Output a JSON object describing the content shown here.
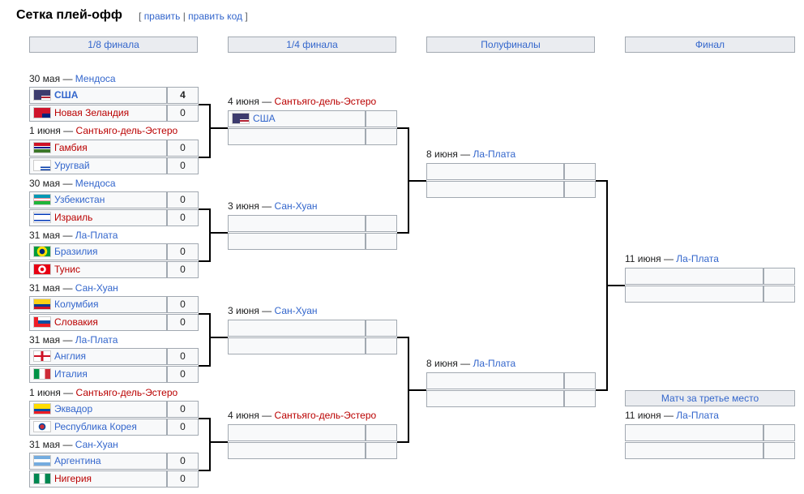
{
  "page": {
    "title": "Сетка плей-офф",
    "edit_open": "[",
    "edit": "править",
    "edit_sep": "|",
    "edit_code": "править код",
    "edit_close": "]"
  },
  "rounds": {
    "r16": "1/8 финала",
    "qf": "1/4 финала",
    "sf": "Полуфиналы",
    "final": "Финал",
    "third": "Матч за третье место"
  },
  "matches": {
    "m1": {
      "date": "30 мая —",
      "city": "Мендоса",
      "t1": {
        "name": "США",
        "score": "4"
      },
      "t2": {
        "name": "Новая Зеландия",
        "score": "0"
      }
    },
    "m2": {
      "date": "1 июня —",
      "city": "Сантьяго-дель-Эстеро",
      "t1": {
        "name": "Гамбия",
        "score": "0"
      },
      "t2": {
        "name": "Уругвай",
        "score": "0"
      }
    },
    "m3": {
      "date": "30 мая —",
      "city": "Мендоса",
      "t1": {
        "name": "Узбекистан",
        "score": "0"
      },
      "t2": {
        "name": "Израиль",
        "score": "0"
      }
    },
    "m4": {
      "date": "31 мая —",
      "city": "Ла-Плата",
      "t1": {
        "name": "Бразилия",
        "score": "0"
      },
      "t2": {
        "name": "Тунис",
        "score": "0"
      }
    },
    "m5": {
      "date": "31 мая —",
      "city": "Сан-Хуан",
      "t1": {
        "name": "Колумбия",
        "score": "0"
      },
      "t2": {
        "name": "Словакия",
        "score": "0"
      }
    },
    "m6": {
      "date": "31 мая —",
      "city": "Ла-Плата",
      "t1": {
        "name": "Англия",
        "score": "0"
      },
      "t2": {
        "name": "Италия",
        "score": "0"
      }
    },
    "m7": {
      "date": "1 июня —",
      "city": "Сантьяго-дель-Эстеро",
      "t1": {
        "name": "Эквадор",
        "score": "0"
      },
      "t2": {
        "name": "Республика Корея",
        "score": "0"
      }
    },
    "m8": {
      "date": "31 мая —",
      "city": "Сан-Хуан",
      "t1": {
        "name": "Аргентина",
        "score": "0"
      },
      "t2": {
        "name": "Нигерия",
        "score": "0"
      }
    },
    "q1": {
      "date": "4 июня —",
      "city": "Сантьяго-дель-Эстеро",
      "t1": {
        "name": "США"
      }
    },
    "q2": {
      "date": "3 июня —",
      "city": "Сан-Хуан"
    },
    "q3": {
      "date": "3 июня —",
      "city": "Сан-Хуан"
    },
    "q4": {
      "date": "4 июня —",
      "city": "Сантьяго-дель-Эстеро"
    },
    "s1": {
      "date": "8 июня —",
      "city": "Ла-Плата"
    },
    "s2": {
      "date": "8 июня —",
      "city": "Ла-Плата"
    },
    "f1": {
      "date": "11 июня —",
      "city": "Ла-Плата"
    },
    "t1": {
      "date": "11 июня —",
      "city": "Ла-Плата"
    }
  },
  "colors": {
    "link": "#3366cc",
    "redlink": "#ba0000",
    "header_bg": "#eaecf0",
    "cell_bg": "#f8f9fa",
    "border": "#a2a9b1"
  }
}
